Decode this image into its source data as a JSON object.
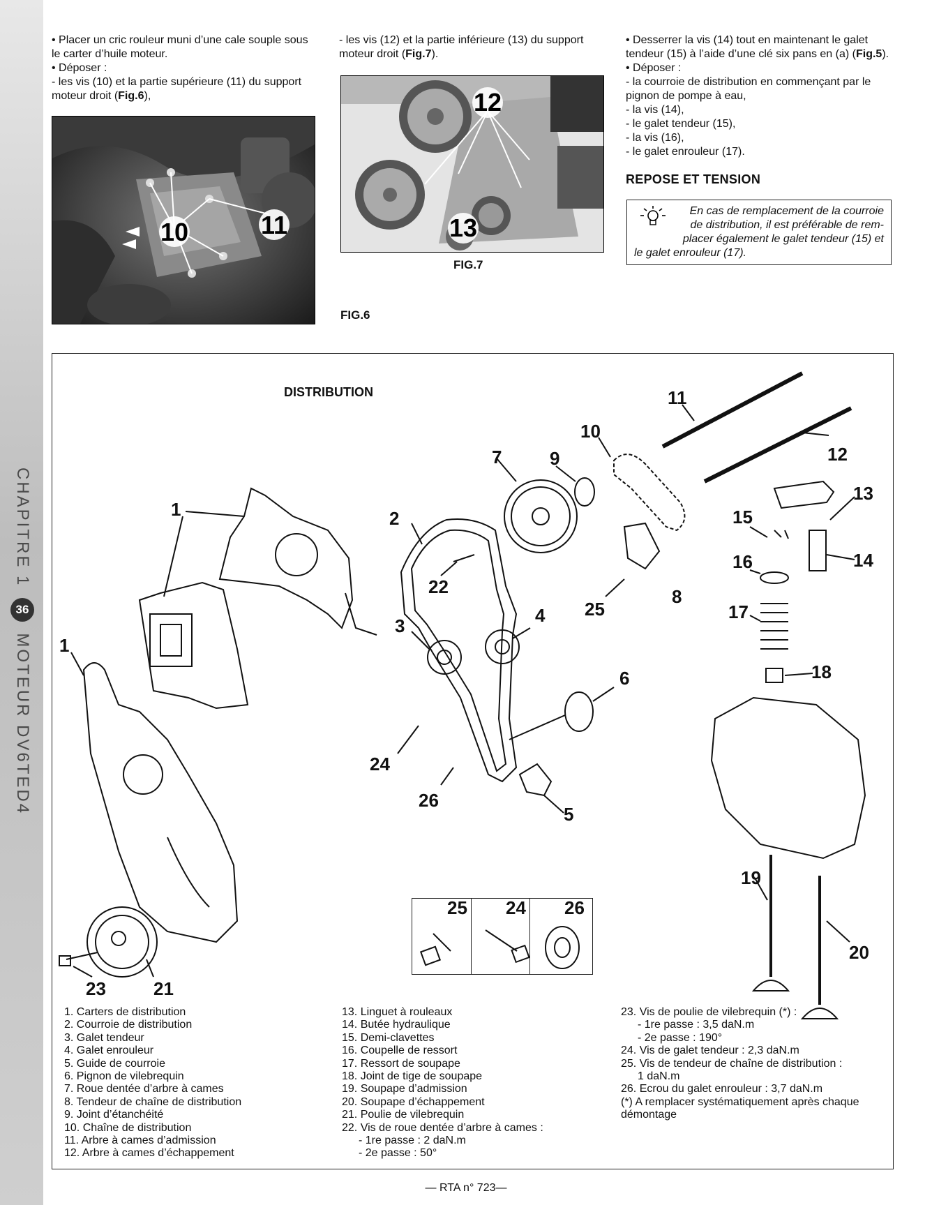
{
  "sidebar": {
    "chapter": "CHAPITRE 1",
    "page_number": "36",
    "engine": "MOTEUR DV6TED4"
  },
  "col1": {
    "l1": "• Placer un cric rouleur muni d’une cale souple sous",
    "l2": "le carter d’huile moteur.",
    "l3": "• Déposer :",
    "l4": "- les vis (10) et la partie supérieure (11) du support",
    "l5a": "moteur droit (",
    "l5b": "Fig.6",
    "l5c": "),"
  },
  "col2": {
    "l1": "- les vis (12) et la partie inférieure (13) du support",
    "l2a": "moteur droit (",
    "l2b": "Fig.7",
    "l2c": ")."
  },
  "col3": {
    "l1": "• Desserrer la vis (14) tout en maintenant le galet",
    "l2a": "tendeur (15) à l’aide d’une clé six pans en (a) (",
    "l2b": "Fig.5",
    "l2c": ").",
    "l3": "• Déposer :",
    "l4": "- la courroie de distribution en commençant par le",
    "l5": "pignon de pompe à eau,",
    "l6": "- la vis (14),",
    "l7": "- le galet tendeur (15),",
    "l8": "- la vis (16),",
    "l9": "- le galet enrouleur (17)."
  },
  "section_title": "REPOSE ET TENSION",
  "note": {
    "l1": "En cas de remplacement de la courroie",
    "l2": "de distribution, il est préférable de rem-",
    "l3": "placer également le galet tendeur (15) et",
    "l4": "le galet enrouleur (17)."
  },
  "fig6": {
    "caption": "FIG.6",
    "label_a": "10",
    "label_b": "11"
  },
  "fig7": {
    "caption": "FIG.7",
    "label_a": "12",
    "label_b": "13"
  },
  "diagram": {
    "title": "DISTRIBUTION",
    "numbers": [
      "1",
      "1",
      "2",
      "3",
      "4",
      "5",
      "6",
      "7",
      "8",
      "9",
      "10",
      "11",
      "12",
      "13",
      "14",
      "15",
      "16",
      "17",
      "18",
      "19",
      "20",
      "21",
      "22",
      "23",
      "24",
      "25",
      "26"
    ],
    "inset_labels": [
      "25",
      "24",
      "26"
    ]
  },
  "legend": {
    "col1": [
      "1. Carters de distribution",
      "2. Courroie de distribution",
      "3. Galet tendeur",
      "4. Galet enrouleur",
      "5. Guide de courroie",
      "6. Pignon de vilebrequin",
      "7. Roue dentée d’arbre à cames",
      "8. Tendeur de chaîne de distribution",
      "9. Joint d’étanchéité",
      "10. Chaîne de distribution",
      "11. Arbre à cames d’admission",
      "12. Arbre à cames d’échappement"
    ],
    "col2": [
      "13. Linguet à rouleaux",
      "14. Butée hydraulique",
      "15. Demi-clavettes",
      "16. Coupelle de ressort",
      "17. Ressort de soupape",
      "18. Joint de tige de soupape",
      "19. Soupape d’admission",
      "20. Soupape d’échappement",
      "21. Poulie de vilebrequin",
      "22. Vis de roue dentée d’arbre à cames :"
    ],
    "col2_sub": [
      "- 1re passe : 2 daN.m",
      "- 2e passe : 50°"
    ],
    "col3_a": "23. Vis de poulie de vilebrequin (*) :",
    "col3_sub": [
      "- 1re passe : 3,5 daN.m",
      "- 2e passe : 190°"
    ],
    "col3_b": [
      "24. Vis de galet tendeur : 2,3 daN.m",
      "25. Vis de tendeur de chaîne de distribution :"
    ],
    "col3_b_sub": "1 daN.m",
    "col3_c": [
      "26. Ecrou du galet enrouleur : 3,7 daN.m",
      "(*) A remplacer systématiquement après chaque",
      "démontage"
    ]
  },
  "footer": "— RTA n° 723—"
}
